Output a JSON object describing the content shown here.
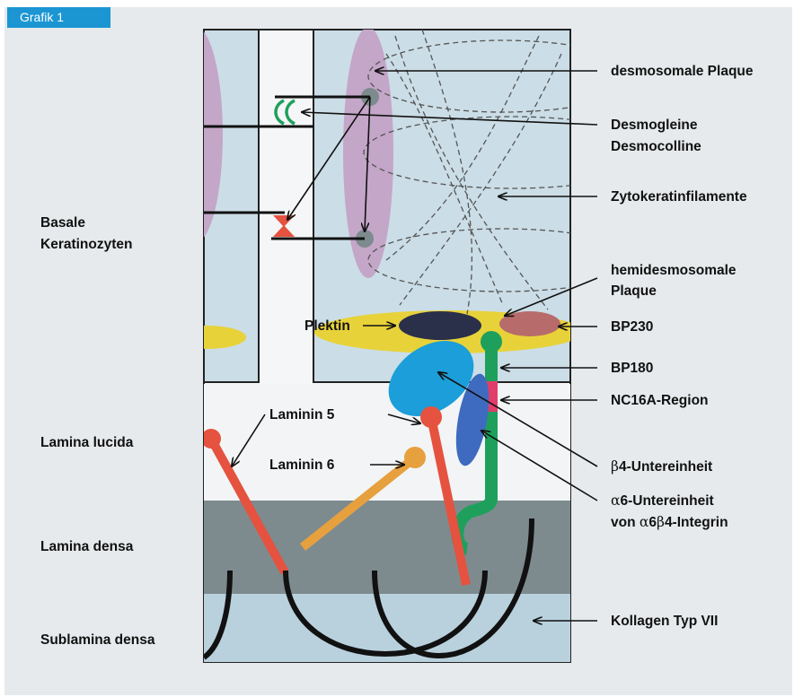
{
  "figure_tag": "Grafik 1",
  "colors": {
    "panel": "#e6eaec",
    "tag": "#1b96d3",
    "cell": "#cbdde6",
    "plaque_purple": "#c4a6c9",
    "yellow_plaque": "#e8d23a",
    "plectin": "#2a2f4a",
    "bp230": "#b76b6b",
    "bp180": "#1ea05c",
    "nc16a": "#e03d6b",
    "beta4": "#1b9ed9",
    "alpha6": "#3e6bbf",
    "laminin5": "#e5523f",
    "laminin6": "#e6a03e",
    "lamina_densa": "#7d8b8f",
    "sublamina": "#b9d1dd",
    "collagen": "#1a1a1a"
  },
  "left_labels": {
    "basal_line1": "Basale",
    "basal_line2": "Keratinozyten",
    "lamina_lucida": "Lamina lucida",
    "lamina_densa": "Lamina densa",
    "sublamina_densa": "Sublamina densa"
  },
  "right_labels": {
    "desmosomal_plaque": "desmosomale Plaque",
    "desmogleine": "Desmogleine",
    "desmocolline": "Desmocolline",
    "zytokeratin": "Zytokeratinfilamente",
    "hemidesmosomal_line1": "hemidesmosomale",
    "hemidesmosomal_line2": "Plaque",
    "bp230": "BP230",
    "bp180": "BP180",
    "nc16a": "NC16A-Region",
    "beta4_glyph": "β",
    "beta4_text": "4-Untereinheit",
    "alpha6_glyph": "α",
    "alpha6_text": "6-Untereinheit",
    "integrin_prefix": "von ",
    "integrin_alpha": "α",
    "integrin_six": "6",
    "integrin_beta": "β",
    "integrin_suffix": "4-Integrin",
    "kollagen": "Kollagen Typ VII"
  },
  "inner_labels": {
    "plektin": "Plektin",
    "laminin5": "Laminin 5",
    "laminin6": "Laminin 6"
  }
}
